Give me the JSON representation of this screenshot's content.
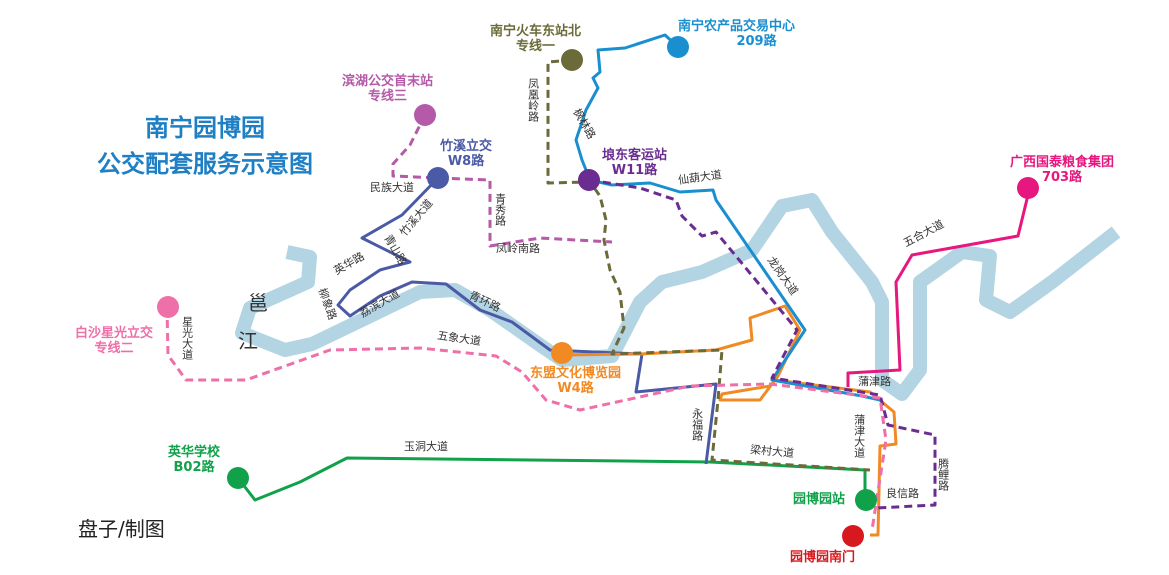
{
  "title": {
    "line1": "南宁园博园",
    "line2": "公交配套服务示意图"
  },
  "credit": "盘子/制图",
  "river": {
    "char1": "邕",
    "char2": "江",
    "color": "#b3d4e2"
  },
  "stations": [
    {
      "id": "nongchanpin",
      "name": "南宁农产品交易中心",
      "route": "209路",
      "color": "#1a8fd0"
    },
    {
      "id": "huochedong",
      "name": "南宁火车东站北",
      "route": "专线一",
      "color": "#6b6b3a"
    },
    {
      "id": "binhu",
      "name": "滨湖公交首末站",
      "route": "专线三",
      "color": "#b55aa8"
    },
    {
      "id": "zhuxi",
      "name": "竹溪立交",
      "route": "W8路",
      "color": "#4a5aa6"
    },
    {
      "id": "langdong",
      "name": "埌东客运站",
      "route": "W11路",
      "color": "#6a2c91"
    },
    {
      "id": "guangxi",
      "name": "广西国泰粮食集团",
      "route": "703路",
      "color": "#e6177f"
    },
    {
      "id": "baisha",
      "name": "白沙星光立交",
      "route": "专线二",
      "color": "#ef6fa9"
    },
    {
      "id": "dongmeng",
      "name": "东盟文化博览园",
      "route": "W4路",
      "color": "#f28a23"
    },
    {
      "id": "yinghua",
      "name": "英华学校",
      "route": "B02路",
      "color": "#11a14a"
    },
    {
      "id": "yuanboyuan",
      "name": "园博园站",
      "color": "#11a14a"
    },
    {
      "id": "nanmen",
      "name": "园博园南门",
      "color": "#d7191f"
    }
  ],
  "roads": {
    "fenghuangling": "凤凰岭路",
    "fenglin": "枫林路",
    "xianhu": "仙葫大道",
    "minzu": "民族大道",
    "zhuxi": "竹溪大道",
    "qingxiu": "青秀路",
    "fenglingnan": "凤岭南路",
    "qingshan": "青山路",
    "yinghua": "英华路",
    "liuxiang": "柳象路",
    "libin": "荔滨大道",
    "qinghuan": "青环路",
    "xingguang": "星光大道",
    "wuxiang": "五象大道",
    "longgang": "龙岗大道",
    "wuhe": "五合大道",
    "pujin": "蒲津路",
    "pujindadao": "蒲津大道",
    "yongfu": "永福路",
    "liangcun": "梁村大道",
    "tengli": "腾鲤路",
    "liangxin": "良信路",
    "yudong": "玉洞大道"
  }
}
